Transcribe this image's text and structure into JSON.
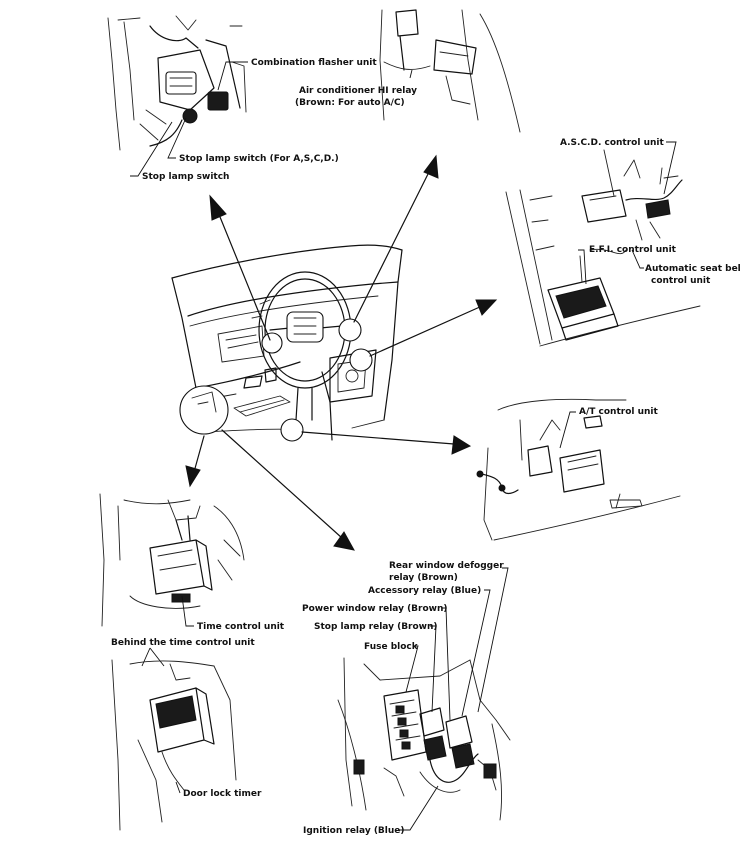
{
  "labels": {
    "combination_flasher": "Combination flasher unit",
    "ac_hi_relay_line1": "Air conditioner HI relay",
    "ac_hi_relay_line2": "(Brown: For auto A/C)",
    "stop_lamp_switch_ascd": "Stop lamp switch (For A,S,C,D.)",
    "stop_lamp_switch": "Stop lamp switch",
    "ascd_control_unit": "A.S.C.D. control unit",
    "efi_control_unit": "E.F.I. control unit",
    "seat_belt_line1": "Automatic seat belt",
    "seat_belt_line2": "control unit",
    "at_control_unit": "A/T control unit",
    "time_control_unit": "Time control unit",
    "behind_time_control": "Behind the time control unit",
    "door_lock_timer": "Door lock timer",
    "rear_defogger_line1": "Rear window defogger",
    "rear_defogger_line2": "relay (Brown)",
    "accessory_relay": "Accessory relay (Blue)",
    "power_window_relay": "Power window relay (Brown)",
    "stop_lamp_relay": "Stop lamp relay (Brown)",
    "fuse_block": "Fuse block",
    "ignition_relay": "Ignition relay (Blue)"
  },
  "colors": {
    "line": "#111111",
    "background": "#ffffff"
  }
}
